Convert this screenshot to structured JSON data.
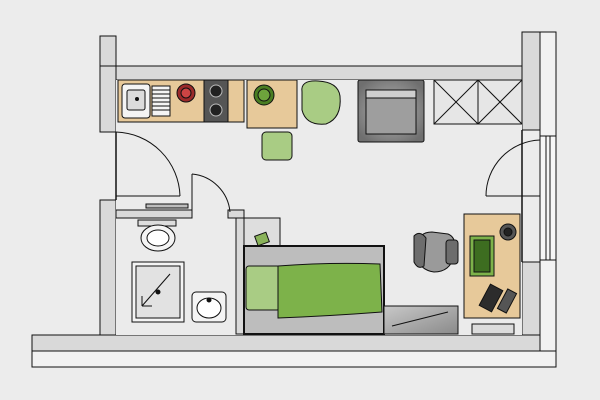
{
  "floorplan": {
    "colors": {
      "background": "#ececec",
      "wall": "#d9d9d9",
      "floor": "#ebebeb",
      "outline": "#111111",
      "wood": "#e7c99a",
      "green": "#7db24a",
      "light_green": "#a9cc84",
      "grey": "#8a8a8a",
      "fixture": "#f4f4f4"
    },
    "rooms": [
      {
        "name": "kitchen",
        "label": ""
      },
      {
        "name": "bathroom",
        "label": ""
      },
      {
        "name": "living-area",
        "label": ""
      }
    ],
    "furniture": [
      "sink",
      "stove",
      "counter",
      "stool",
      "armchair",
      "wardrobe",
      "toilet",
      "shower",
      "washbasin",
      "bed",
      "sofa",
      "desk",
      "office-chair",
      "monitor",
      "keyboard",
      "lamp"
    ]
  }
}
